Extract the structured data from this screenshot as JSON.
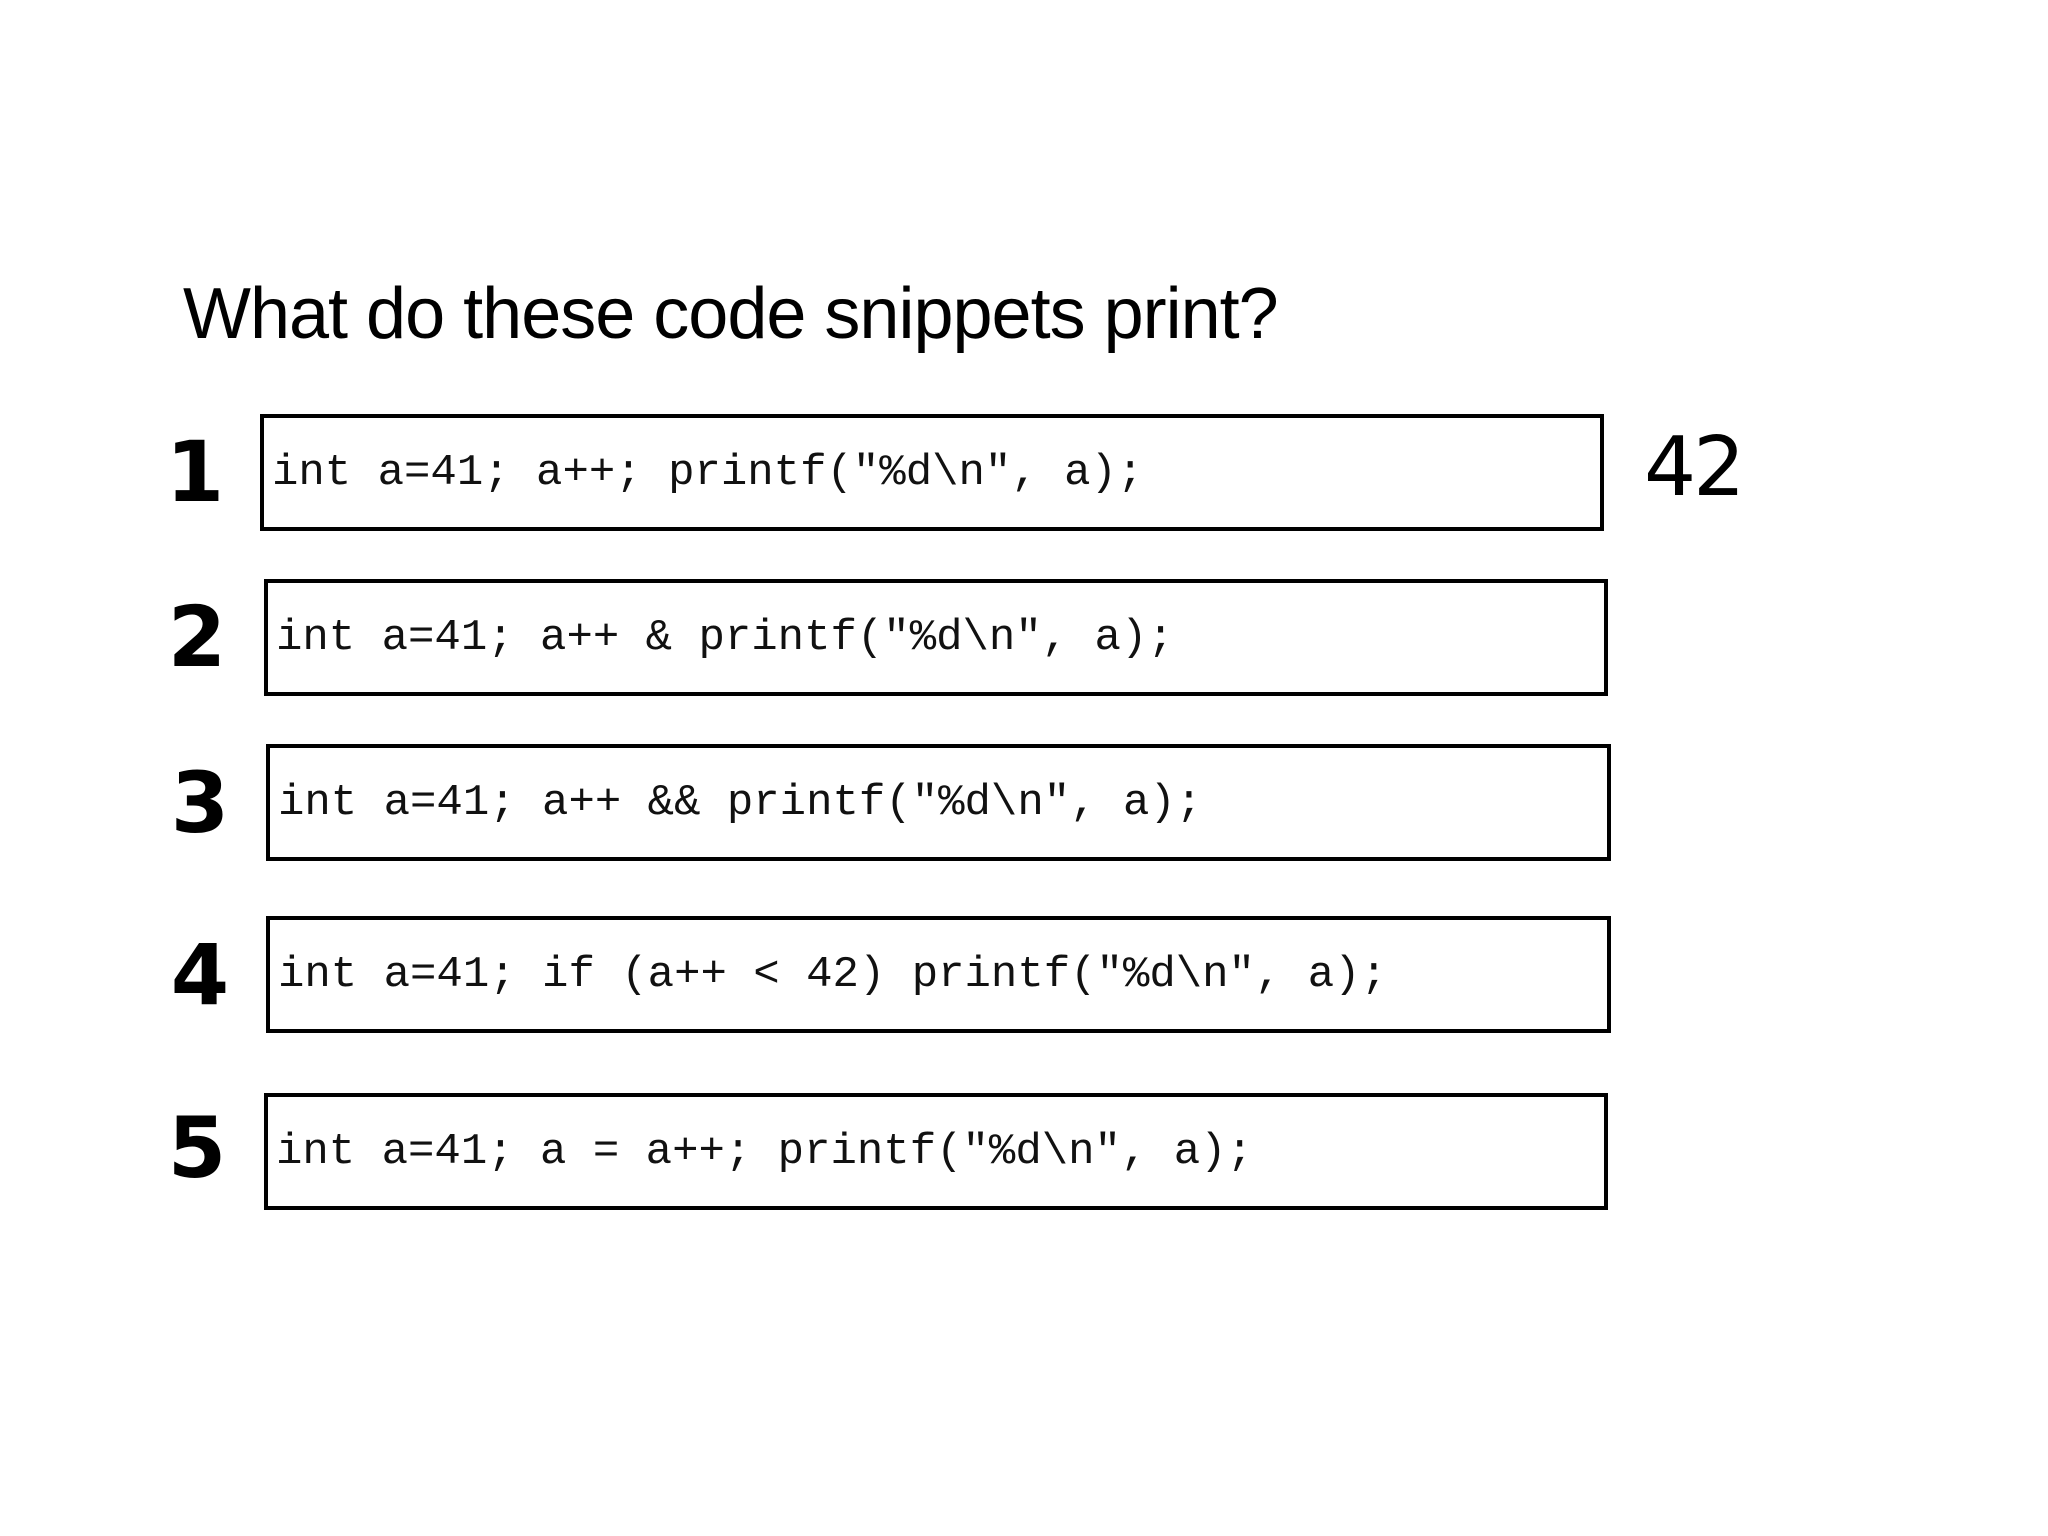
{
  "slide": {
    "title": "What do these code snippets print?",
    "snippets": [
      {
        "number": "1",
        "code": "int a=41; a++; printf(\"%d\\n\", a);",
        "answer": "42"
      },
      {
        "number": "2",
        "code": "int a=41; a++ & printf(\"%d\\n\", a);"
      },
      {
        "number": "3",
        "code": "int a=41; a++ && printf(\"%d\\n\", a);"
      },
      {
        "number": "4",
        "code": "int a=41; if (a++ < 42) printf(\"%d\\n\", a);"
      },
      {
        "number": "5",
        "code": "int a=41; a = a++; printf(\"%d\\n\", a);"
      }
    ]
  }
}
